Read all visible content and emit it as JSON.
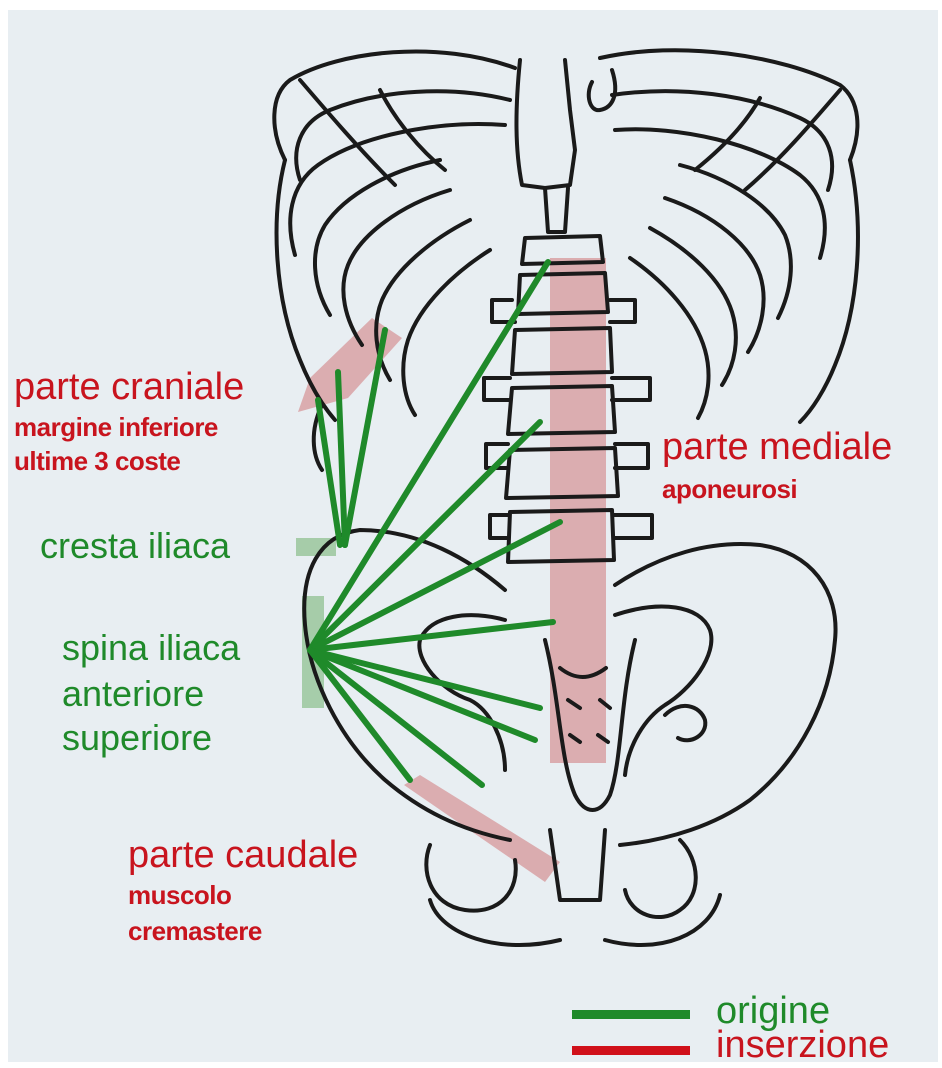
{
  "labels": {
    "craniale_title": "parte craniale",
    "craniale_sub1": "margine inferiore",
    "craniale_sub2": "ultime 3 coste",
    "mediale_title": "parte mediale",
    "mediale_sub": "aponeurosi",
    "cresta": "cresta iliaca",
    "spina1": "spina iliaca",
    "spina2": "anteriore",
    "spina3": "superiore",
    "caudale_title": "parte caudale",
    "caudale_sub1": "muscolo",
    "caudale_sub2": "cremastere"
  },
  "legend": {
    "origin_label": "origine",
    "insertion_label": "inserzione",
    "origin_color": "#1f8a2a",
    "insertion_color": "#d0101a"
  },
  "colors": {
    "origin_fiber": "#1f8a2a",
    "insertion_band": "#d9a5a8",
    "origin_band": "#9fc9a2",
    "bone_outline": "#1a1a1a",
    "background": "#e8eef2"
  }
}
